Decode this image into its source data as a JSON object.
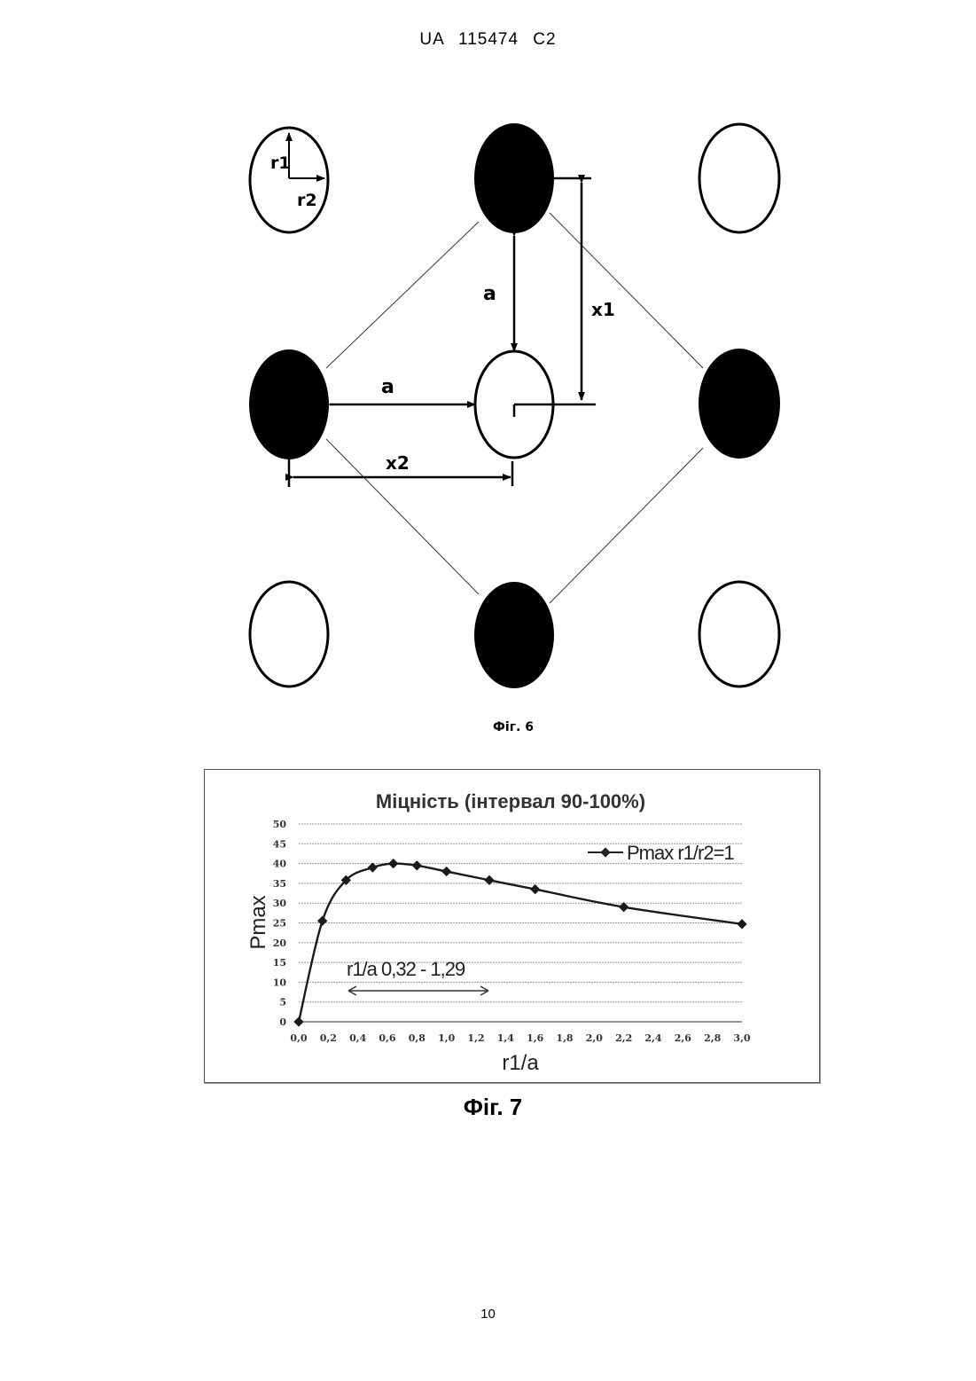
{
  "header": {
    "patent_number": "UA 115474 C2"
  },
  "fig6": {
    "caption": "Фіг. 6",
    "labels": {
      "r1": "r1",
      "r2": "r2",
      "a_vertical": "a",
      "a_horizontal": "a",
      "x1": "x1",
      "x2": "x2"
    }
  },
  "fig7": {
    "caption": "Фіг. 7",
    "annotation": "r1/a 0,32 -  1,29"
  },
  "chart_data": {
    "type": "line",
    "title": "Міцність (інтервал 90-100%)",
    "xlabel": "r1/a",
    "ylabel": "Pmax",
    "xlim": [
      0,
      3
    ],
    "ylim": [
      0,
      50
    ],
    "xticks": [
      "0,0",
      "0,2",
      "0,4",
      "0,6",
      "0,8",
      "1,0",
      "1,2",
      "1,4",
      "1,6",
      "1,8",
      "2,0",
      "2,2",
      "2,4",
      "2,6",
      "2,8",
      "3,0"
    ],
    "yticks": [
      "0",
      "5",
      "10",
      "15",
      "20",
      "25",
      "30",
      "35",
      "40",
      "45",
      "50"
    ],
    "grid": true,
    "legend_position": "top-right",
    "series": [
      {
        "name": "Pmax r1/r2=1",
        "x": [
          0,
          0.16,
          0.32,
          0.5,
          0.64,
          0.8,
          1.0,
          1.29,
          1.6,
          2.2,
          3.0
        ],
        "y": [
          0,
          25.5,
          35.8,
          39,
          40,
          39.5,
          38,
          35.8,
          33.5,
          29,
          24.7
        ]
      }
    ]
  },
  "page": {
    "number": "10"
  }
}
